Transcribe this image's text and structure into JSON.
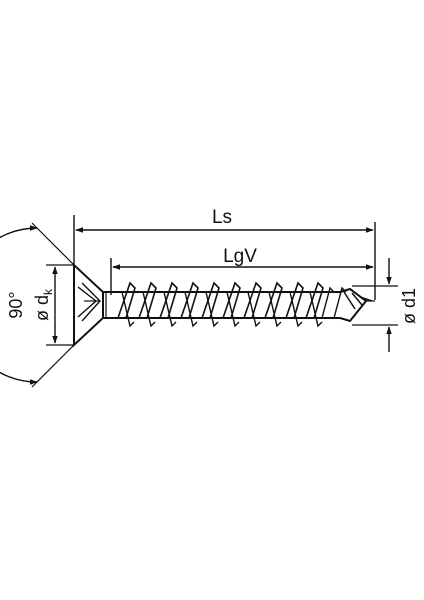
{
  "labels": {
    "overall_length": "Ls",
    "thread_length": "LgV",
    "head_angle": "90°",
    "head_diameter_prefix": "ø d",
    "head_diameter_sub": "k",
    "thread_diameter": "ø d1"
  }
}
